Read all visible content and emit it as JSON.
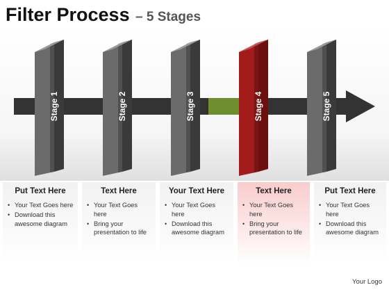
{
  "title": {
    "main": "Filter Process",
    "sub": "– 5 Stages"
  },
  "stages": [
    {
      "label": "Stage 1",
      "highlight": false
    },
    {
      "label": "Stage 2",
      "highlight": false
    },
    {
      "label": "Stage 3",
      "highlight": false
    },
    {
      "label": "Stage 4",
      "highlight": true
    },
    {
      "label": "Stage 5",
      "highlight": false
    }
  ],
  "columns": [
    {
      "heading": "Put Text Here",
      "bullets": [
        "Your Text Goes here",
        "Download this awesome diagram"
      ],
      "highlight": false
    },
    {
      "heading": "Text Here",
      "bullets": [
        "Your Text Goes here",
        "Bring your presentation to life"
      ],
      "highlight": false
    },
    {
      "heading": "Your Text Here",
      "bullets": [
        "Your Text Goes here",
        "Download this awesome diagram"
      ],
      "highlight": false
    },
    {
      "heading": "Text Here",
      "bullets": [
        "Your Text Goes here",
        "Bring your presentation to life"
      ],
      "highlight": true
    },
    {
      "heading": "Put Text Here",
      "bullets": [
        "Your Text Goes here",
        "Download this awesome diagram"
      ],
      "highlight": false
    }
  ],
  "colors": {
    "panel_front": "#6b6b6b",
    "panel_side": "#3a3a3a",
    "panel_top": "#9a9a9a",
    "highlight_front": "#a31c1c",
    "highlight_side": "#6b0f0f",
    "highlight_top": "#c75050",
    "arrow": "#333333",
    "arrow_highlight": "#6f8f2f"
  },
  "footer": {
    "logo": "Your Logo"
  }
}
